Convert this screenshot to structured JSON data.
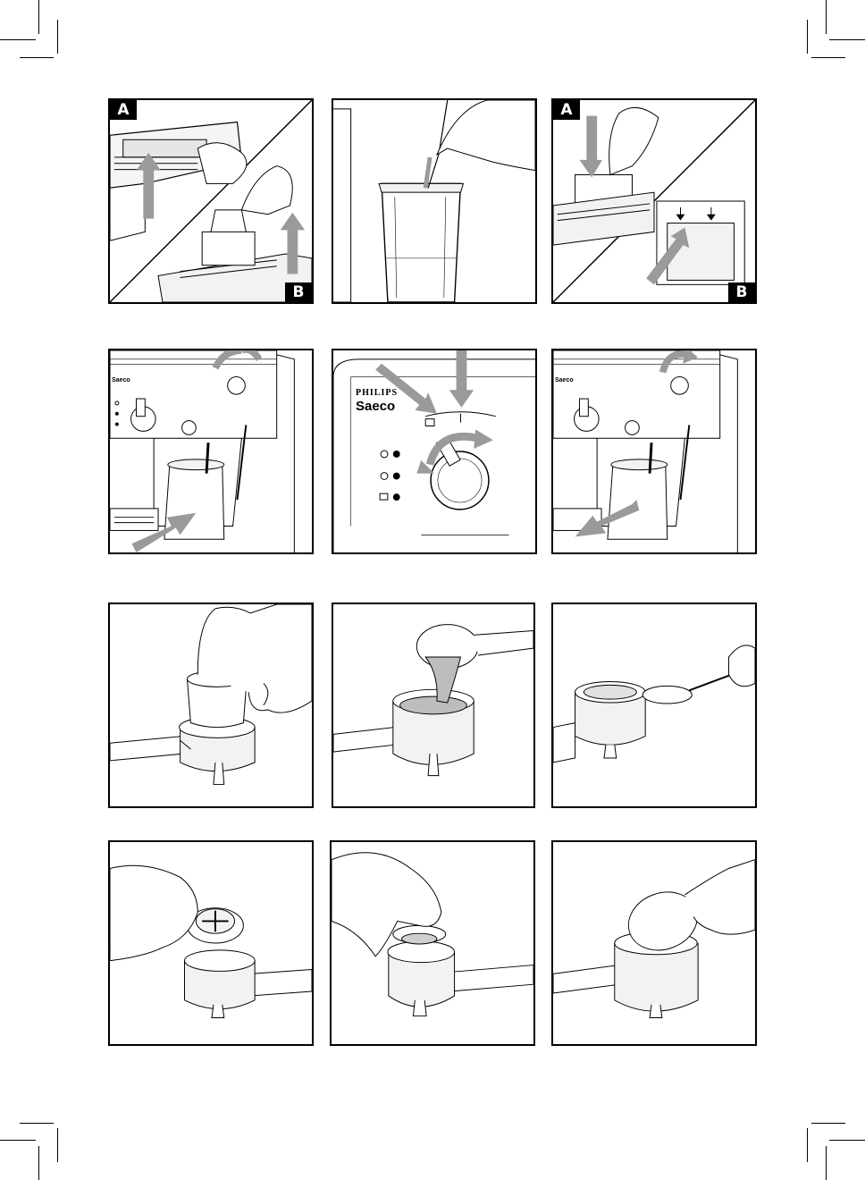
{
  "colors": {
    "arrow": "#9a9a9a",
    "line": "#000000",
    "fill_light": "#f2f2f2",
    "fill_mid": "#d9d9d9"
  },
  "steps": [
    {
      "id": "fill-tank-remove",
      "badges": [
        "A",
        "B"
      ]
    },
    {
      "id": "fill-tank-pour",
      "badges": []
    },
    {
      "id": "fill-tank-insert",
      "badges": [
        "A",
        "B"
      ]
    },
    {
      "id": "steam-on",
      "brand_small": "Saeco",
      "badges": []
    },
    {
      "id": "selector-knob",
      "brand_philips": "PHILIPS",
      "brand_saeco": "Saeco",
      "badges": []
    },
    {
      "id": "steam-off",
      "brand_small": "Saeco",
      "badges": []
    },
    {
      "id": "insert-filter",
      "badges": []
    },
    {
      "id": "add-ground-coffee",
      "badges": []
    },
    {
      "id": "level-coffee",
      "badges": []
    },
    {
      "id": "insert-pod-adapter",
      "badges": []
    },
    {
      "id": "insert-pod-filter",
      "badges": []
    },
    {
      "id": "insert-pod",
      "badges": []
    }
  ]
}
